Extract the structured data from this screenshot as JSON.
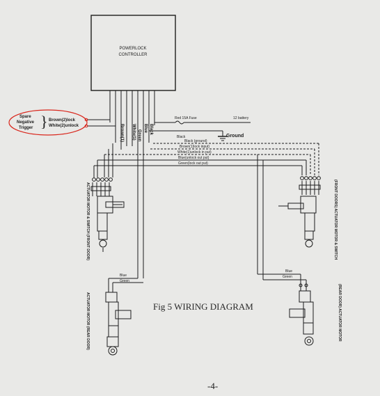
{
  "controller": {
    "line1": "POWERLOCK",
    "line2": "CONTROLLER"
  },
  "trigger": {
    "left": [
      "Spare",
      "Negative",
      "Trigger"
    ],
    "brace": "}",
    "right": [
      "Brown(2)lock",
      "White(2)unlock"
    ],
    "highlight_color": "#d9261c"
  },
  "controller_wires": {
    "brown": "Brown(1)",
    "white": "White(1)",
    "blue": "Blue",
    "green": "Green",
    "black": "Black"
  },
  "power": {
    "fuse": "Red 15A Fuse",
    "battery": "12 battery"
  },
  "ground": {
    "label": "Ground",
    "black": "Black"
  },
  "harness": [
    "Black (ground)",
    "Brown(1)lock input)",
    "White(1)unlock in put)",
    "Blue(unlock out put)",
    "Green(lock out put)"
  ],
  "front_door": "ACTUATOR MOTOR & SWITCH (FRONT DOOR)",
  "front_doors": "(FRONT DOORS) ACTUATOR MOTOR & SWITCH",
  "rear_left": {
    "blue": "Blue",
    "green": "Green",
    "caption": "ACTUATOR MOTOR (REAR DOOR)"
  },
  "rear_right": {
    "blue": "Blue",
    "green": "Green",
    "caption": "(REAR DOOR) ACTUATOR MOTOR"
  },
  "title": "Fig 5 WIRING DIAGRAM",
  "page_number": "-4-"
}
